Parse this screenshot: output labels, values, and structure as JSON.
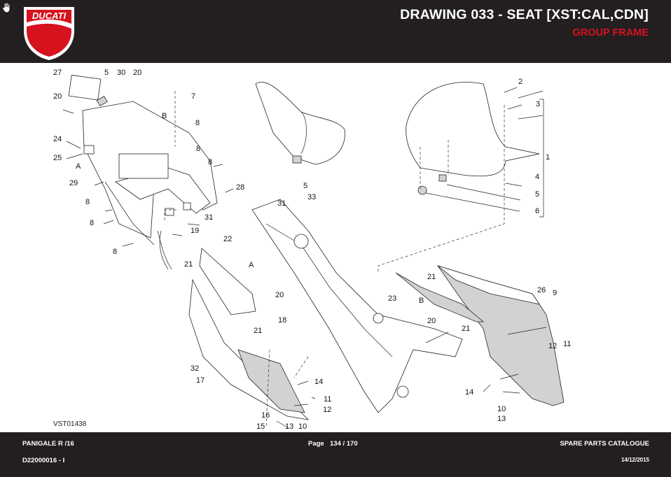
{
  "header": {
    "title": "DRAWING 033 - SEAT [XST:CAL,CDN]",
    "subtitle": "GROUP FRAME",
    "brand": "DUCATI"
  },
  "drawing": {
    "reference": "VST01438",
    "callouts": [
      "27",
      "5",
      "30",
      "20",
      "7",
      "20",
      "B",
      "8",
      "24",
      "25",
      "A",
      "8",
      "29",
      "8",
      "28",
      "8",
      "8",
      "31",
      "19",
      "8",
      "5",
      "33",
      "2",
      "3",
      "1",
      "4",
      "5",
      "6",
      "31",
      "22",
      "21",
      "A",
      "20",
      "21",
      "18",
      "32",
      "17",
      "14",
      "11",
      "12",
      "16",
      "15",
      "13",
      "10",
      "23",
      "21",
      "B",
      "20",
      "21",
      "26",
      "9",
      "12",
      "11",
      "14",
      "10",
      "13"
    ]
  },
  "footer": {
    "model": "PANIGALE R /16",
    "code": "D22000016 - I",
    "page_label": "Page",
    "page_value": "134 / 170",
    "catalogue": "SPARE PARTS CATALOGUE",
    "date": "14/12/2015"
  },
  "colors": {
    "header_bg": "#231f20",
    "accent_red": "#d6121f",
    "text_white": "#ffffff"
  },
  "icons": [
    "hand-cursor-icon",
    "ducati-logo"
  ]
}
